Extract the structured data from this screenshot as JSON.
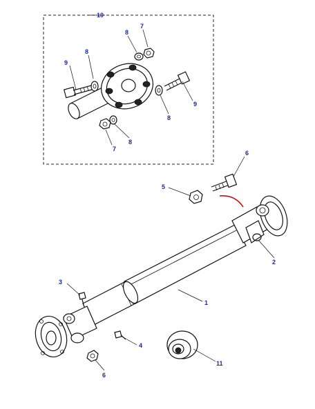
{
  "diagram": {
    "callouts": {
      "c10": "10",
      "c8_a": "8",
      "c7_a": "7",
      "c9_a": "9",
      "c8_b": "8",
      "c9_b": "9",
      "c8_c": "8",
      "c8_d": "8",
      "c7_b": "7",
      "c6_a": "6",
      "c5": "5",
      "c2": "2",
      "c3": "3",
      "c1": "1",
      "c4": "4",
      "c11": "11",
      "c6_b": "6"
    },
    "colors": {
      "callout_text": "#1a2a9a",
      "line_art": "#111111",
      "highlight_arc": "#cc1111",
      "inset_border": "#222222"
    }
  }
}
